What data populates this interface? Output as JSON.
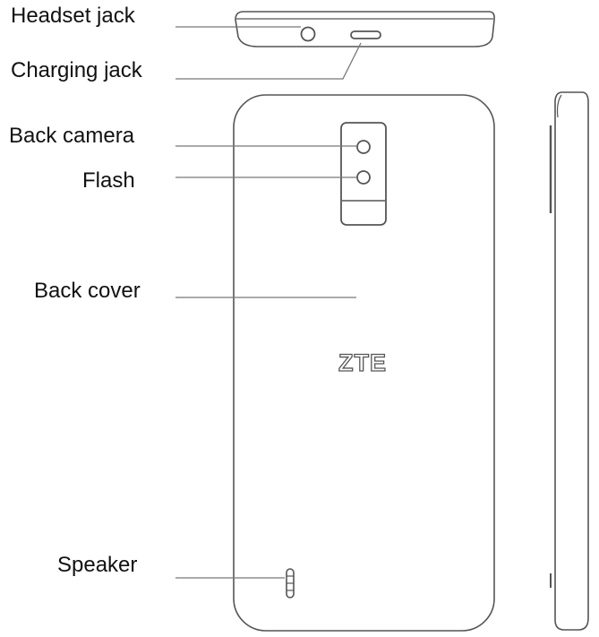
{
  "labels": {
    "headset_jack": "Headset jack",
    "charging_jack": "Charging jack",
    "back_camera": "Back camera",
    "flash": "Flash",
    "back_cover": "Back cover",
    "speaker": "Speaker"
  },
  "brand": {
    "logo_text": "ZTE"
  },
  "colors": {
    "outline": "#555555",
    "leader": "#777777",
    "text": "#111111",
    "background": "#ffffff"
  }
}
